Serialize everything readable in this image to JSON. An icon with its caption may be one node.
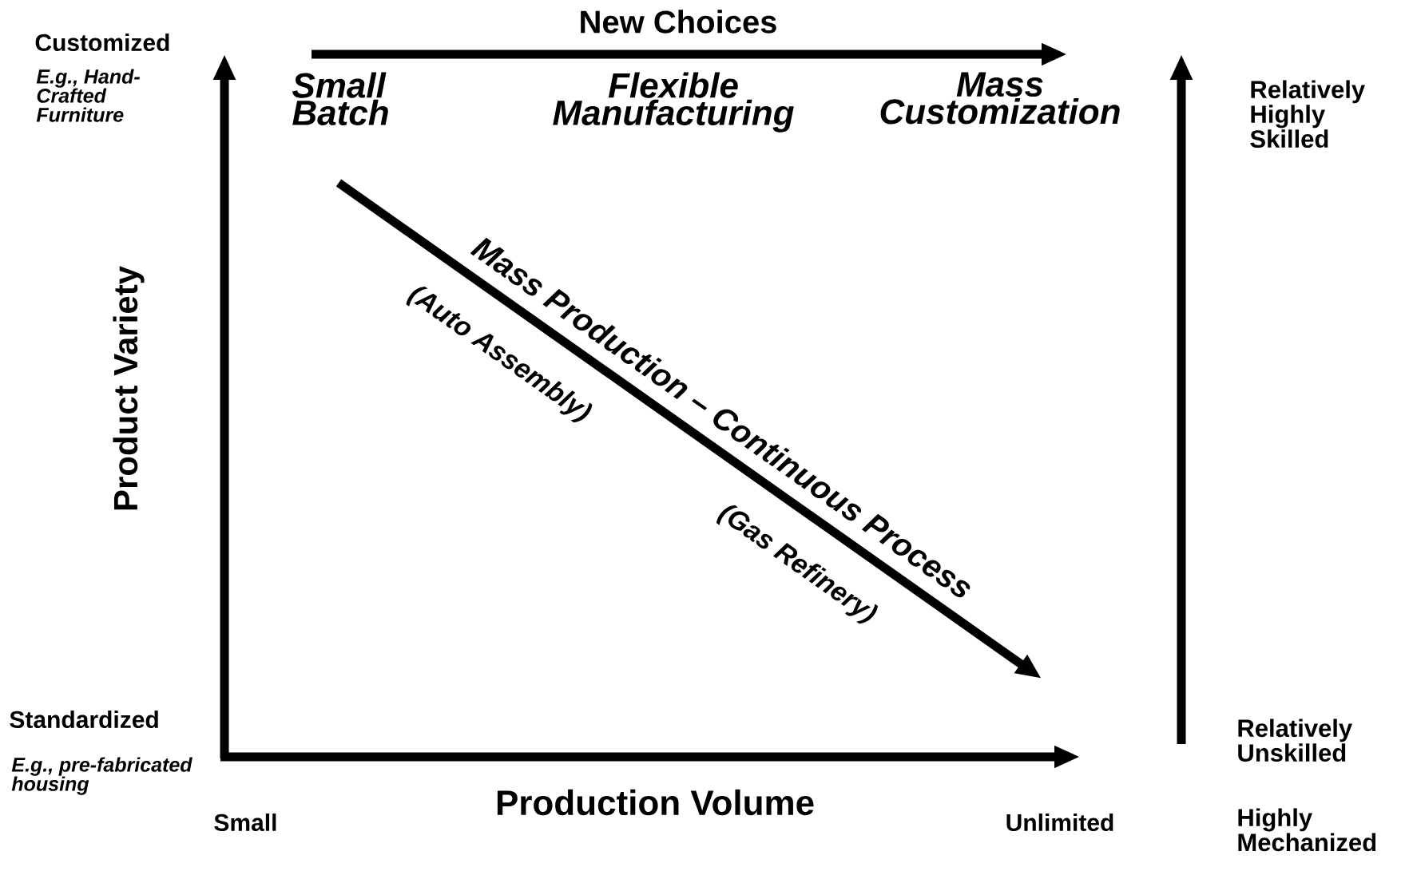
{
  "diagram": {
    "labels": [
      "New Choices",
      "Customized",
      "E.g., Hand-Crafted Furniture",
      "Small Batch",
      "Flexible Manufacturing",
      "Mass Customization",
      "Relatively Highly Skilled",
      "Product Variety",
      "Mass Production – Continuous Process",
      "(Auto Assembly)",
      "(Gas Refinery)",
      "Standardized",
      "E.g., pre-fabricated housing",
      "Relatively Unskilled",
      "Small",
      "Production Volume",
      "Unlimited",
      "Highly Mechanized"
    ]
  }
}
